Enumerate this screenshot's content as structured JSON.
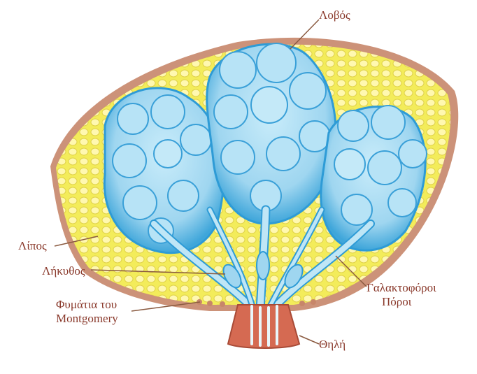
{
  "labels": {
    "lobe": "Λοβός",
    "fat": "Λίπος",
    "ampulla": "Λήκυθος",
    "montgomery_line1": "Φυμάτια του",
    "montgomery_line2": "Montgomery",
    "ducts_line1": "Γαλακτοφόροι",
    "ducts_line2": "Πόροι",
    "nipple": "Θηλή"
  },
  "icons": [
    "breast-anatomy-illustration"
  ],
  "colors": {
    "fat_tissue": "#f3ec5a",
    "fat_cells": "#fff8b0",
    "lobe_fill": "#a9dcf2",
    "lobe_shade": "#2e9bd6",
    "duct": "#bfe6f6",
    "skin": "#c7866a",
    "nipple": "#d56a52",
    "label_text": "#8a3a2c",
    "leader_line": "#8a5a40"
  }
}
